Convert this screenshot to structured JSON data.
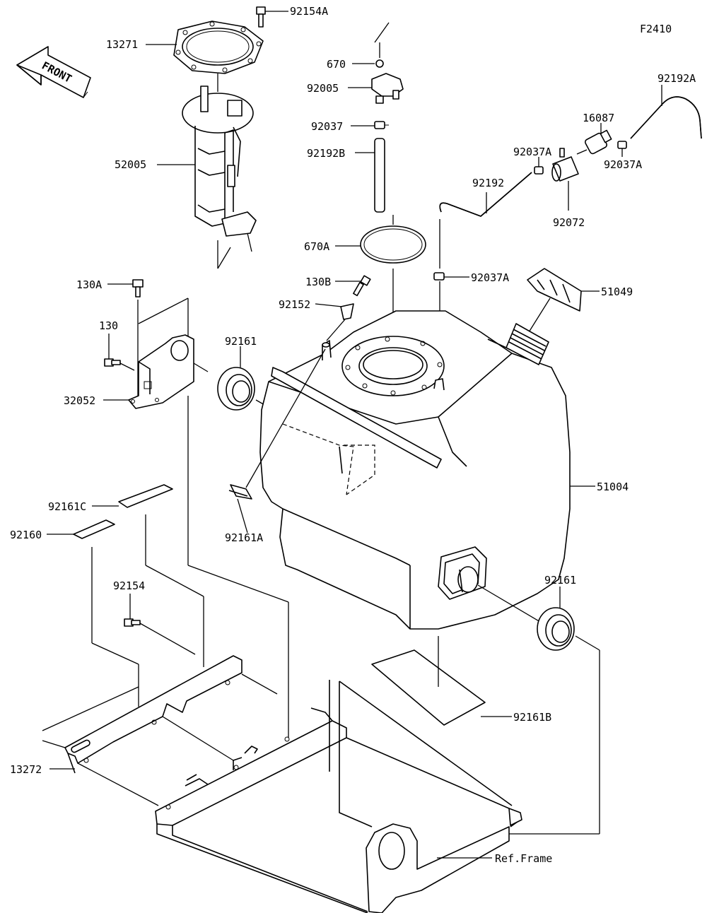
{
  "diagram": {
    "figure_code": "F2410",
    "front_label": "FRONT",
    "callouts": {
      "p92154A": "92154A",
      "p13271": "13271",
      "p52005": "52005",
      "p670": "670",
      "p92005": "92005",
      "p92037": "92037",
      "p92192B": "92192B",
      "p670A": "670A",
      "p130B": "130B",
      "p92152": "92152",
      "p92192A": "92192A",
      "p16087": "16087",
      "p92037A_top": "92037A",
      "p92037A_right": "92037A",
      "p92192": "92192",
      "p92072": "92072",
      "p92037A_mid": "92037A",
      "p51049": "51049",
      "p130A": "130A",
      "p130": "130",
      "p32052": "32052",
      "p92161_left": "92161",
      "p51004": "51004",
      "p92161A": "92161A",
      "p92161C": "92161C",
      "p92160": "92160",
      "p92161_right": "92161",
      "p92154": "92154",
      "p92161B": "92161B",
      "p13272": "13272",
      "ref_frame": "Ref.Frame"
    }
  }
}
